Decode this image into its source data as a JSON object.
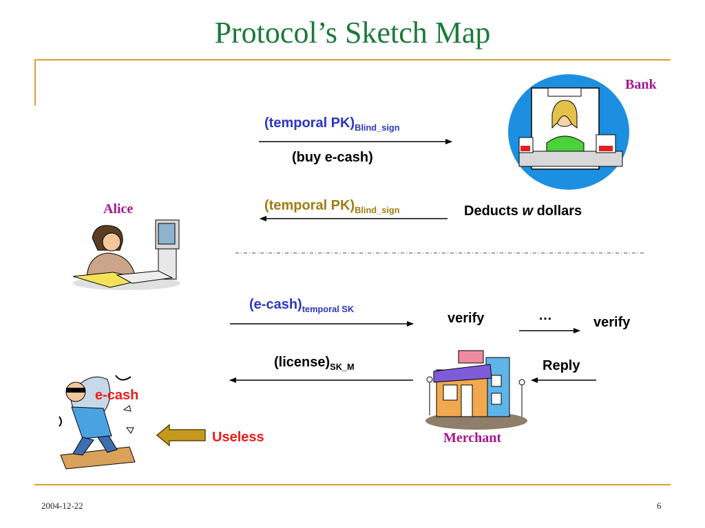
{
  "slide": {
    "title": "Protocol’s Sketch Map",
    "footer_date": "2004-12-22",
    "page_number": "6"
  },
  "actors": {
    "bank": "Bank",
    "alice": "Alice",
    "merchant": "Merchant",
    "ecash_thief": "e-cash"
  },
  "messages": {
    "m1_main": "(temporal PK)",
    "m1_sub": "Blind_sign",
    "m1_note": "(buy e-cash)",
    "m2_main": "(temporal PK)",
    "m2_sub": "Blind_sign",
    "m2_note_pre": "Deducts ",
    "m2_note_var": "w",
    "m2_note_post": " dollars",
    "m3_main": "(e-cash)",
    "m3_sub": "temporal SK",
    "m4_main": "(license)",
    "m4_sub": "SK_M",
    "verify_left": "verify",
    "ellipsis": "…",
    "verify_right": "verify",
    "reply": "Reply",
    "useless": "Useless"
  },
  "colors": {
    "title": "#1a7a3a",
    "rule": "#d6a12a",
    "blue_text": "#2a35c4",
    "gold_text": "#a07c12",
    "red_text": "#ee1c1c",
    "purple_text": "#a4168f"
  }
}
